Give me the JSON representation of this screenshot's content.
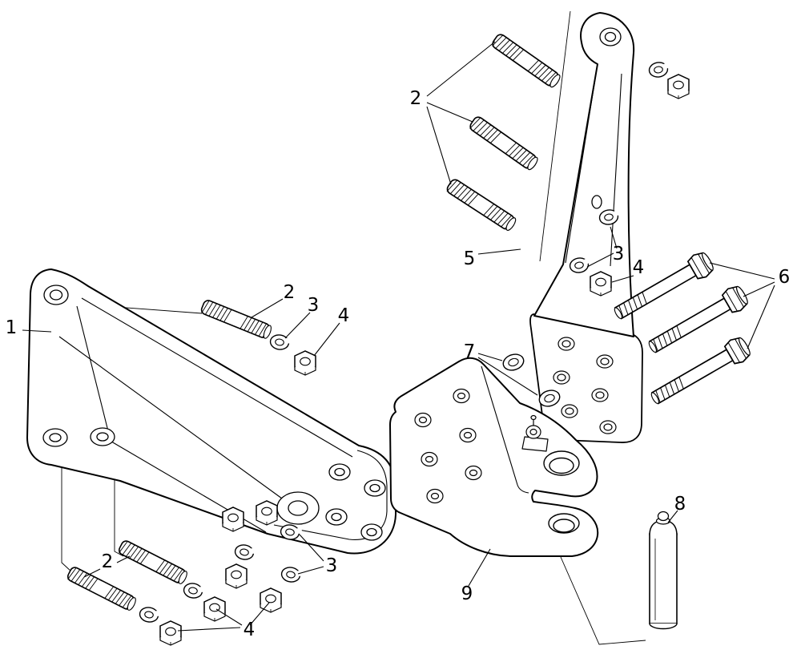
{
  "figure": {
    "background": "#ffffff",
    "line_color": "#000000",
    "type": "exploded-parts-diagram"
  },
  "callouts": {
    "c1": {
      "label": "1"
    },
    "c2a": {
      "label": "2"
    },
    "c3a": {
      "label": "3"
    },
    "c4a": {
      "label": "4"
    },
    "c2b": {
      "label": "2"
    },
    "c5": {
      "label": "5"
    },
    "c3b": {
      "label": "3"
    },
    "c4b": {
      "label": "4"
    },
    "c6": {
      "label": "6"
    },
    "c7": {
      "label": "7"
    },
    "c8": {
      "label": "8"
    },
    "c9": {
      "label": "9"
    },
    "c2c": {
      "label": "2"
    },
    "c3c": {
      "label": "3"
    },
    "c4c": {
      "label": "4"
    }
  }
}
